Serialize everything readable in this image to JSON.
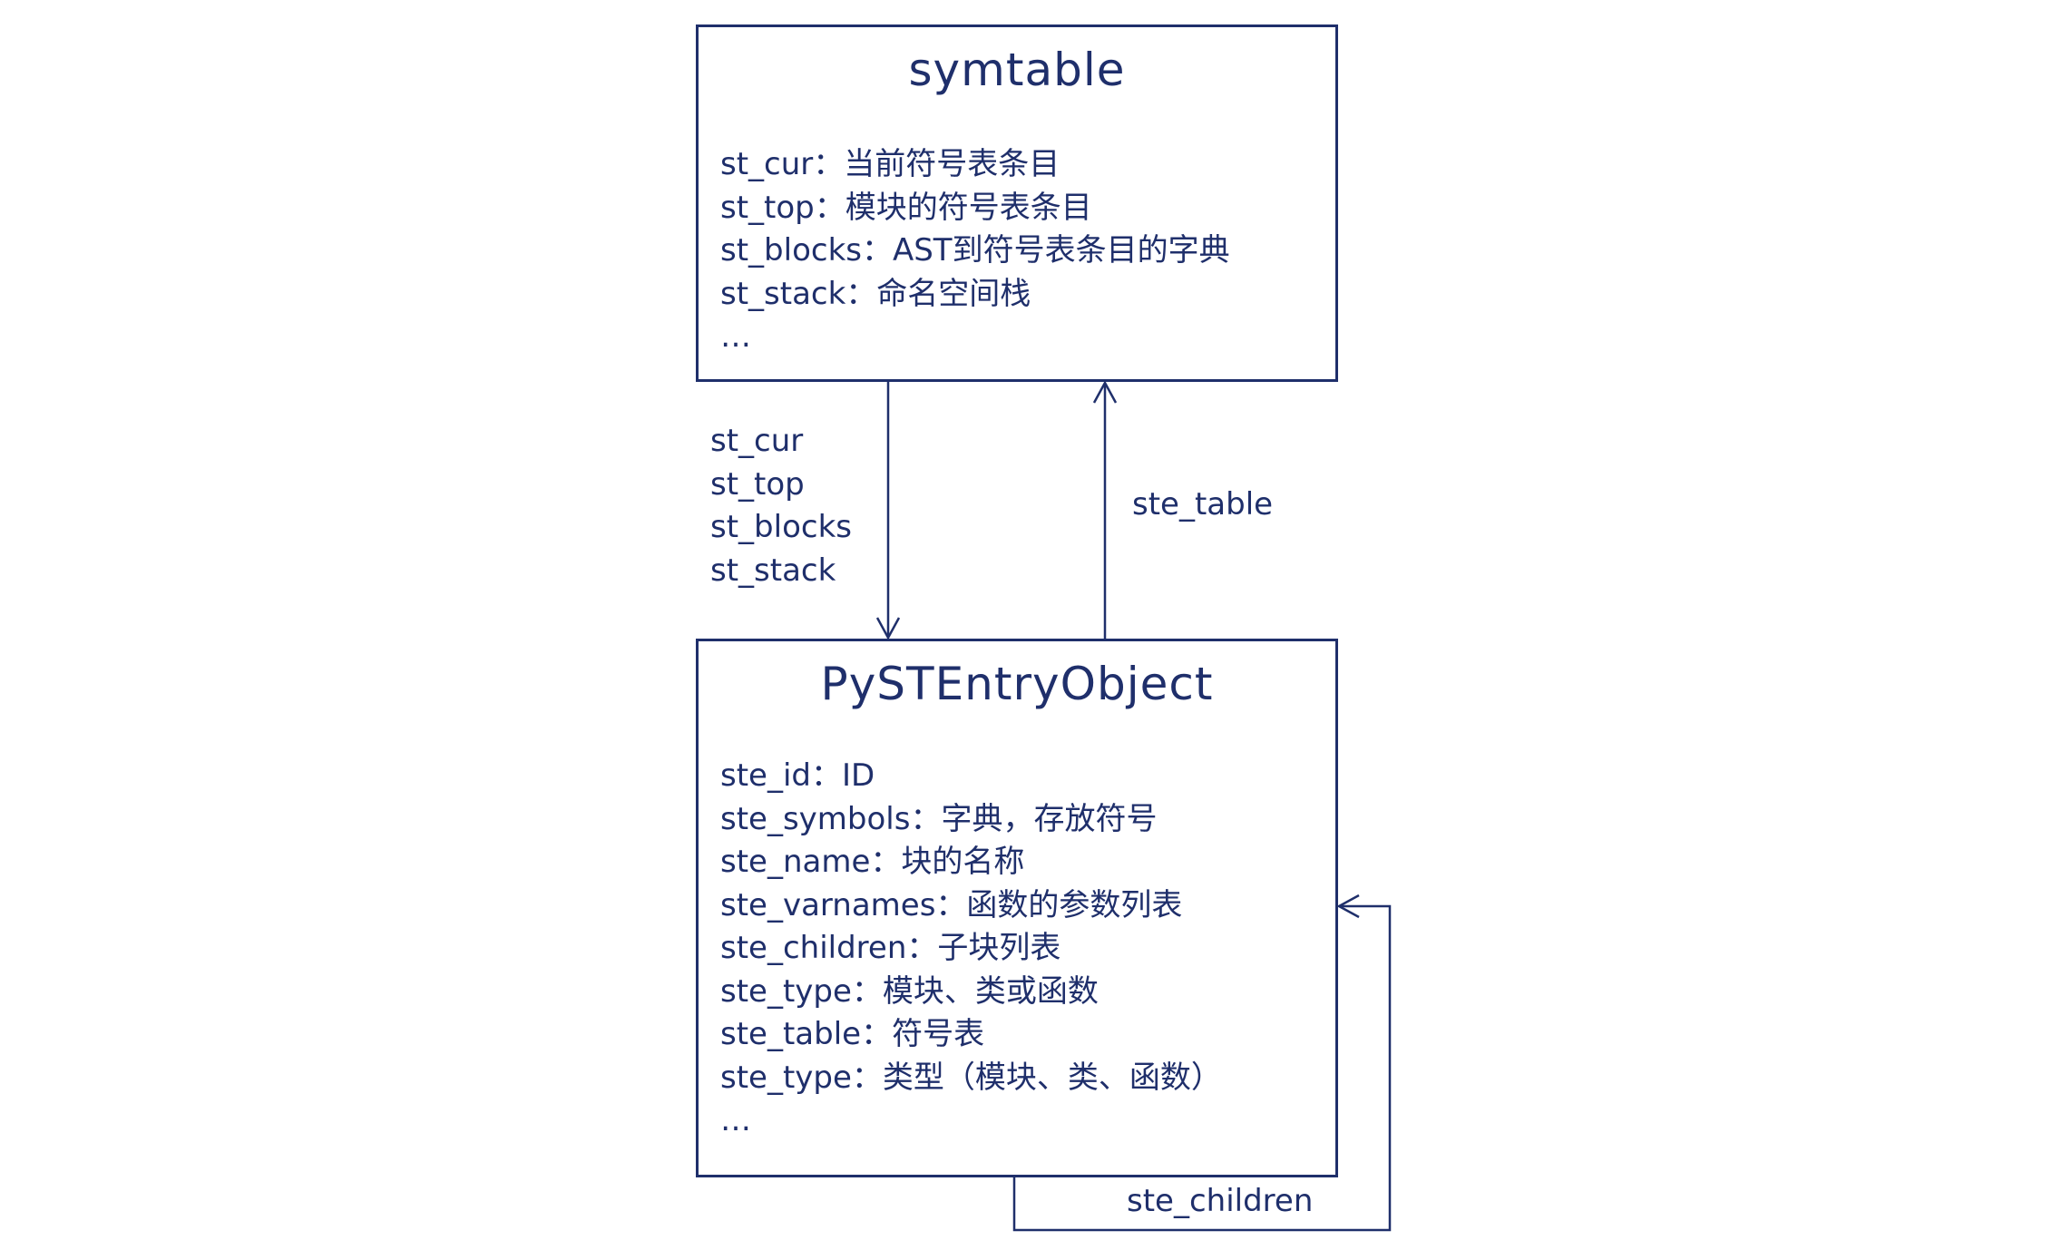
{
  "symtable_box": {
    "title": "symtable",
    "fields": [
      "st_cur：当前符号表条目",
      "st_top：模块的符号表条目",
      "st_blocks：AST到符号表条目的字典",
      "st_stack：命名空间栈",
      "…"
    ]
  },
  "entry_box": {
    "title": "PySTEntryObject",
    "fields": [
      "ste_id：ID",
      "ste_symbols：字典，存放符号",
      "ste_name：块的名称",
      "ste_varnames：函数的参数列表",
      "ste_children：子块列表",
      "ste_type：模块、类或函数",
      "ste_table：符号表",
      "ste_type：类型（模块、类、函数）",
      "…"
    ]
  },
  "edges": {
    "symtable_to_entry": {
      "labels": [
        "st_cur",
        "st_top",
        "st_blocks",
        "st_stack"
      ]
    },
    "entry_to_symtable": {
      "label": "ste_table"
    },
    "entry_self": {
      "label": "ste_children"
    }
  },
  "colors": {
    "ink": "#1f2f6b",
    "background": "#ffffff"
  }
}
